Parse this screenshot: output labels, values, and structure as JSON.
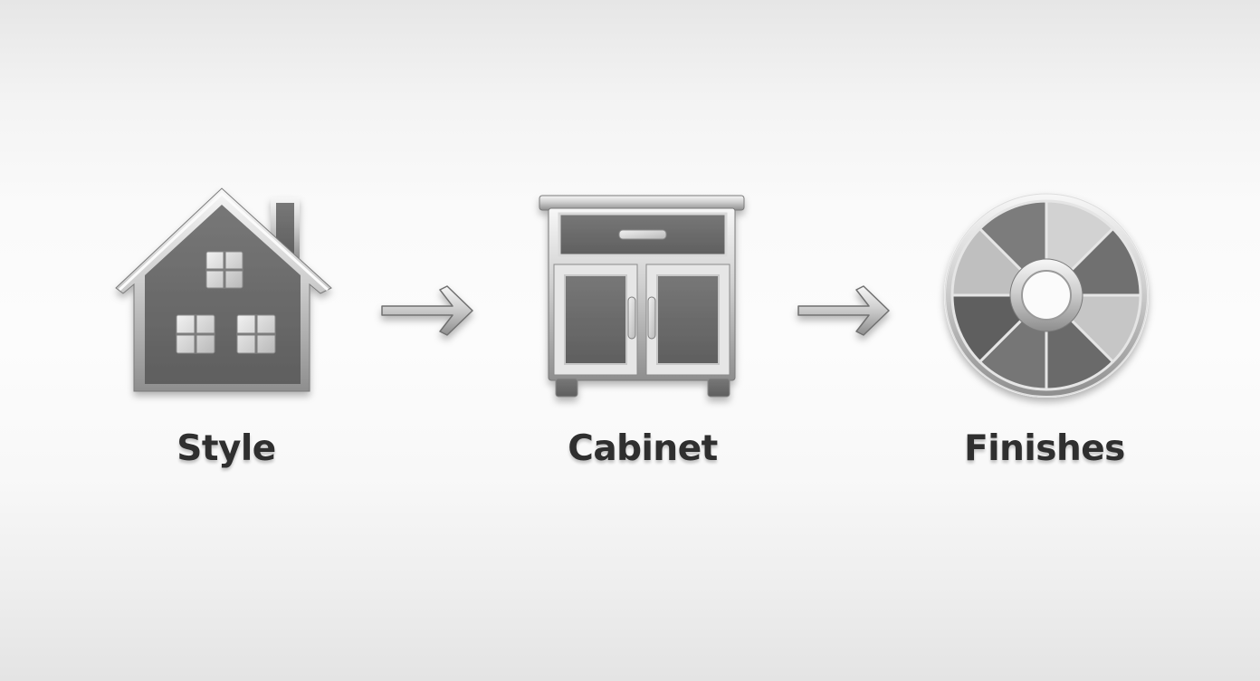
{
  "steps": [
    {
      "label": "Style",
      "icon": "house-icon"
    },
    {
      "label": "Cabinet",
      "icon": "cabinet-icon"
    },
    {
      "label": "Finishes",
      "icon": "color-wheel-icon"
    }
  ],
  "connectors": [
    "arrow-right-icon",
    "arrow-right-icon"
  ],
  "colors": {
    "icon_fill": "#6c6c6c",
    "icon_rim": "#e2e2e2",
    "label": "#2f2f2f",
    "background": "#f7f7f7"
  }
}
